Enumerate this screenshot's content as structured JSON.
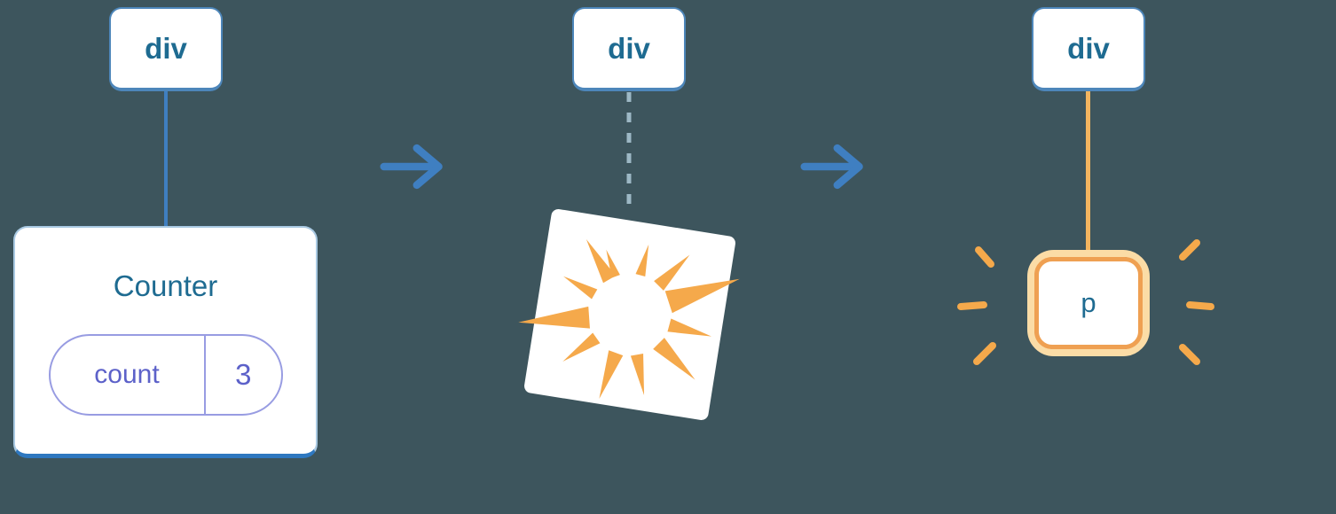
{
  "diagram_title": "component state reset illustration",
  "colors": {
    "bg": "#3d555d",
    "ink_blue": "#1e6b91",
    "connector_blue": "#3f7fc1",
    "connector_dashed": "#9db8c5",
    "accent_orange": "#f5a94b",
    "orange_line": "#f3b45f",
    "orange_soft": "#fbdca6",
    "orange_ring": "#efa052",
    "purple_text": "#5c61c9",
    "purple_border": "#989ce2",
    "counter_border": "#2e78c0",
    "card_border": "#4d86ba"
  },
  "stages": [
    {
      "tag": "div",
      "title": "Counter",
      "state_key": "count",
      "state_value": "3"
    },
    {
      "tag": "div"
    },
    {
      "tag": "div",
      "child": "p"
    }
  ],
  "icons": {
    "arrow": "arrow-right-icon",
    "poof": "poof-burst-icon",
    "sparkles": "sparkle-rays-icon"
  }
}
